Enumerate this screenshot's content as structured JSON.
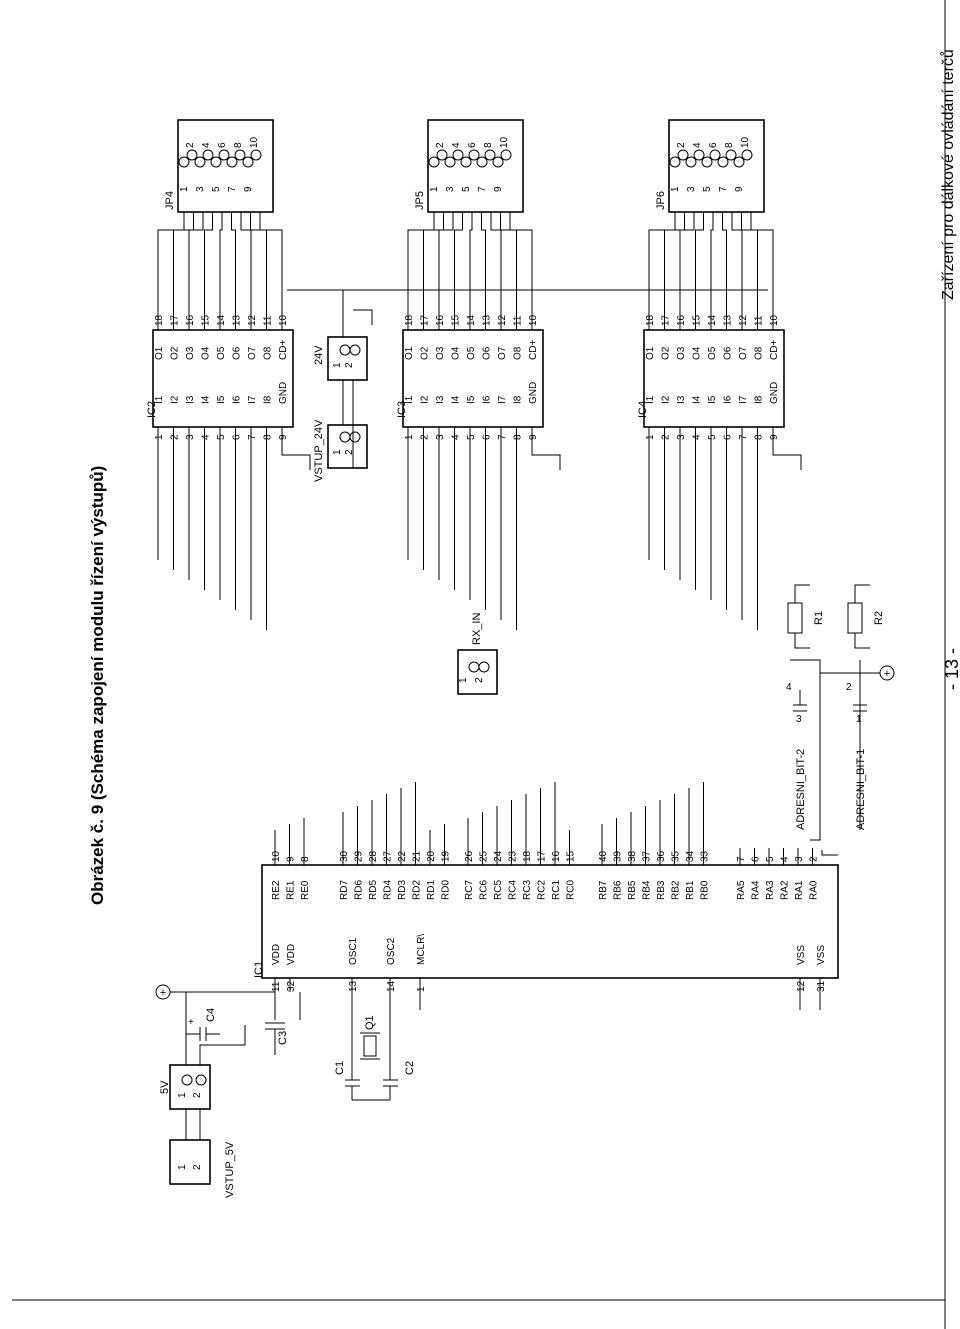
{
  "header": "Zařízení pro dálkové ovládání terčů",
  "caption": "Obrázek č. 9 (Schéma zapojení modulu řízení výstupů)",
  "page_number": "- 13 -",
  "ic1": {
    "name": "IC1",
    "left_pins": [
      {
        "num": "11",
        "name": "VDD"
      },
      {
        "num": "32",
        "name": "VDD"
      },
      {
        "num": "13",
        "name": "OSC1"
      },
      {
        "num": "14",
        "name": "OSC2"
      },
      {
        "num": "1",
        "name": "MCLR\\"
      },
      {
        "num": "12",
        "name": "VSS"
      },
      {
        "num": "31",
        "name": "VSS"
      }
    ],
    "right_pins": [
      {
        "num": "10",
        "name": "RE2"
      },
      {
        "num": "9",
        "name": "RE1"
      },
      {
        "num": "8",
        "name": "RE0"
      },
      {
        "num": "30",
        "name": "RD7"
      },
      {
        "num": "29",
        "name": "RD6"
      },
      {
        "num": "28",
        "name": "RD5"
      },
      {
        "num": "27",
        "name": "RD4"
      },
      {
        "num": "22",
        "name": "RD3"
      },
      {
        "num": "21",
        "name": "RD2"
      },
      {
        "num": "20",
        "name": "RD1"
      },
      {
        "num": "19",
        "name": "RD0"
      },
      {
        "num": "26",
        "name": "RC7"
      },
      {
        "num": "25",
        "name": "RC6"
      },
      {
        "num": "24",
        "name": "RC5"
      },
      {
        "num": "23",
        "name": "RC4"
      },
      {
        "num": "18",
        "name": "RC3"
      },
      {
        "num": "17",
        "name": "RC2"
      },
      {
        "num": "16",
        "name": "RC1"
      },
      {
        "num": "15",
        "name": "RC0"
      },
      {
        "num": "40",
        "name": "RB7"
      },
      {
        "num": "39",
        "name": "RB6"
      },
      {
        "num": "38",
        "name": "RB5"
      },
      {
        "num": "37",
        "name": "RB4"
      },
      {
        "num": "36",
        "name": "RB3"
      },
      {
        "num": "35",
        "name": "RB2"
      },
      {
        "num": "34",
        "name": "RB1"
      },
      {
        "num": "33",
        "name": "RB0"
      },
      {
        "num": "7",
        "name": "RA5"
      },
      {
        "num": "6",
        "name": "RA4"
      },
      {
        "num": "5",
        "name": "RA3"
      },
      {
        "num": "4",
        "name": "RA2"
      },
      {
        "num": "3",
        "name": "RA1"
      },
      {
        "num": "2",
        "name": "RA0"
      }
    ]
  },
  "drivers": [
    {
      "name": "IC2",
      "connector": "JP4"
    },
    {
      "name": "IC3",
      "connector": "JP5"
    },
    {
      "name": "IC4",
      "connector": "JP6"
    }
  ],
  "driver_in_labels": [
    "I1",
    "I2",
    "I3",
    "I4",
    "I5",
    "I6",
    "I7",
    "I8",
    "GND"
  ],
  "driver_in_nums": [
    "1",
    "2",
    "3",
    "4",
    "5",
    "6",
    "7",
    "8",
    "9"
  ],
  "driver_out_labels": [
    "O1",
    "O2",
    "O3",
    "O4",
    "O5",
    "O6",
    "O7",
    "O8",
    "CD+"
  ],
  "driver_out_nums": [
    "18",
    "17",
    "16",
    "15",
    "14",
    "13",
    "12",
    "11",
    "10"
  ],
  "connector_pins_odd": [
    "1",
    "3",
    "5",
    "7",
    "9"
  ],
  "connector_pins_even": [
    "2",
    "4",
    "6",
    "8",
    "10"
  ],
  "components": {
    "c1": "C1",
    "c2": "C2",
    "c3": "C3",
    "c4": "C4",
    "q1": "Q1",
    "r1": "R1",
    "r2": "R2",
    "plus": "+",
    "vstup_5v": "VSTUP_5V",
    "label_5v": "5V",
    "vstup_24v": "VSTUP_24V",
    "label_24v": "24V",
    "rx_in": "RX_IN",
    "adr2": "ADRESNI_BIT-2",
    "adr1": "ADRESNI_BIT-1",
    "pin1": "1",
    "pin2": "2",
    "pin3": "3",
    "pin4": "4"
  }
}
